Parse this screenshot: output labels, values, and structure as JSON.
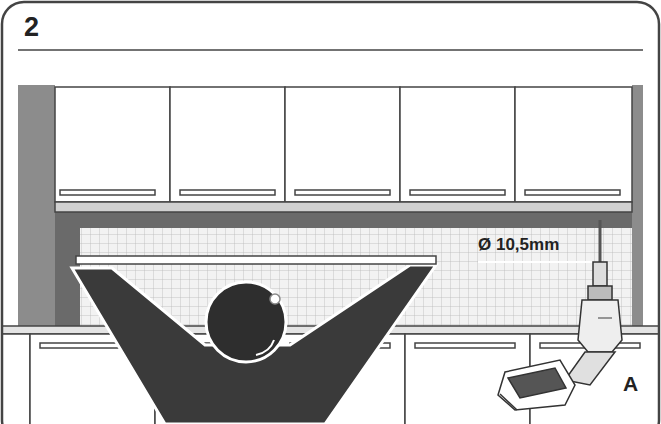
{
  "diagram": {
    "labels": [
      "2",
      "Ø 10,5mm",
      "A"
    ]
  }
}
